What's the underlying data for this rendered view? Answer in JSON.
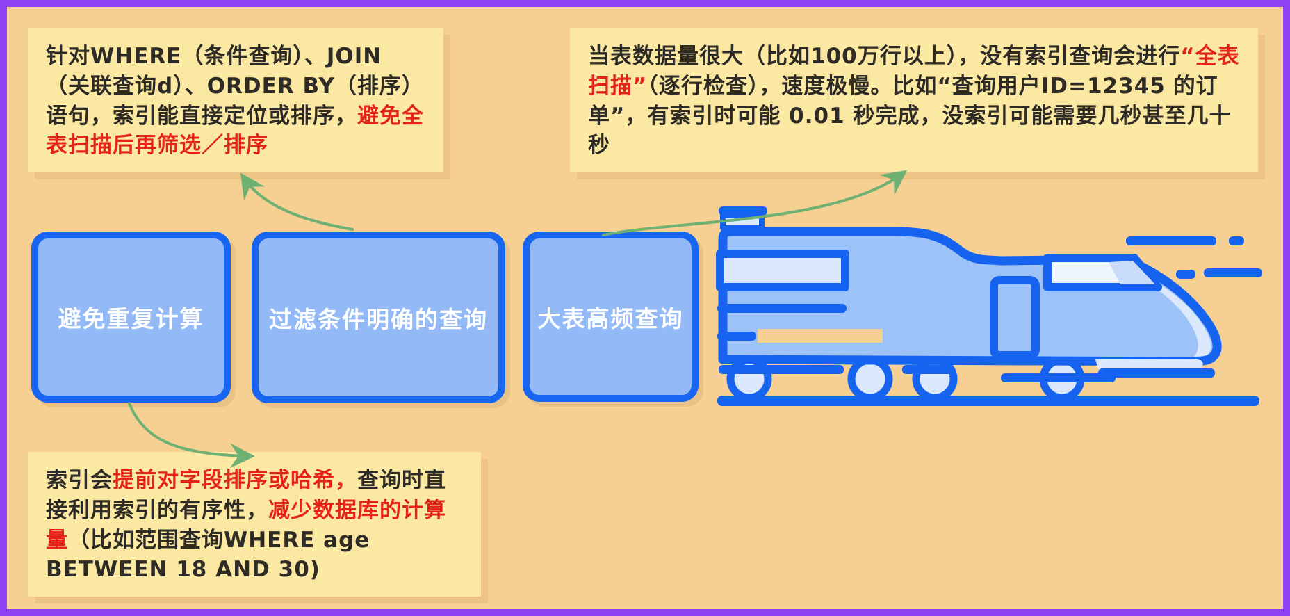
{
  "colors": {
    "page-bg": "#f6cf92",
    "page-border": "#8d43f2",
    "note-bg": "#fbe9a3",
    "ink": "#2e2a26",
    "accent-red": "#e3231c",
    "box-border": "#1765f0",
    "box-fill": "#93baf6",
    "box-text": "#ffffff",
    "train-stroke": "#1563ef",
    "train-fill": "#9cc2f7",
    "train-light": "#dce9fd",
    "arrow-green": "#6fb073"
  },
  "notes": [
    {
      "id": "index-locates-or-sorts",
      "segments": [
        {
          "text": "针对WHERE（条件查询）、JOIN（关联查询d）、ORDER BY（排序）语句，索引能直接定位或排序，",
          "emphasis": false
        },
        {
          "text": "避免全表扫描后再筛选／排序",
          "emphasis": true
        }
      ]
    },
    {
      "id": "full-table-scan",
      "segments": [
        {
          "text": "当表数据量很大（比如100万行以上），没有索引查询会进行",
          "emphasis": false
        },
        {
          "text": "“全表扫描”",
          "emphasis": true
        },
        {
          "text": "（逐行检查），速度极慢。比如“查询用户ID=12345 的订单”，有索引时可能 0.01 秒完成，没索引可能需要几秒甚至几十秒",
          "emphasis": false
        }
      ]
    },
    {
      "id": "presorted-or-hashed",
      "segments": [
        {
          "text": "索引会",
          "emphasis": false
        },
        {
          "text": "提前对字段排序或哈希，",
          "emphasis": true
        },
        {
          "text": "查询时直接利用索引的有序性，",
          "emphasis": false
        },
        {
          "text": "减少数据库的计算量",
          "emphasis": true
        },
        {
          "text": "（比如范围查询WHERE age BETWEEN 18 AND 30)",
          "emphasis": false
        }
      ]
    }
  ],
  "boxes": [
    {
      "label": "避免重复计算"
    },
    {
      "label": "过滤条件明确的查询"
    },
    {
      "label": "大表高频查询"
    }
  ],
  "icons": {
    "train": "high-speed-train-icon",
    "arrows": "curved-green-arrow"
  }
}
